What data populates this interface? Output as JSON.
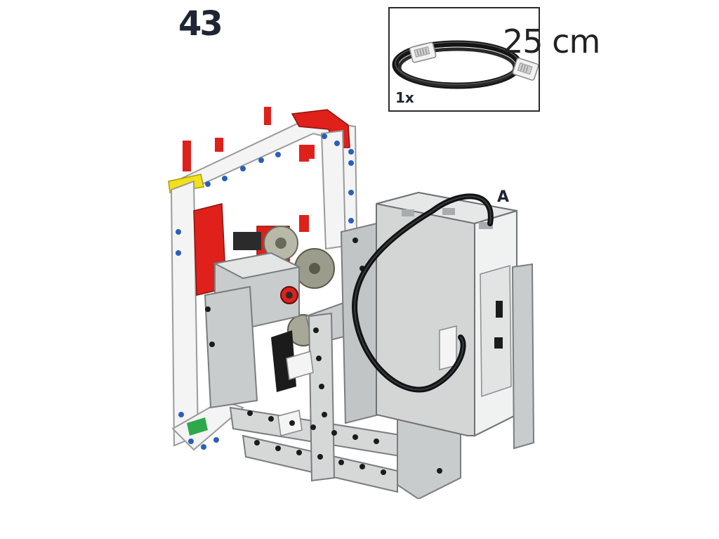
{
  "step": {
    "number": "43"
  },
  "parts_callout": {
    "quantity": "1x",
    "cable_length": "25 cm",
    "part_icon": "cable-icon"
  },
  "model": {
    "port_label": "A",
    "image_name": "robot-assembly-illustration"
  },
  "colors": {
    "light_gray": "#c9cccc",
    "dark_gray": "#8a8e90",
    "red": "#e0201b",
    "white": "#ffffff",
    "yellow": "#f2e11a",
    "green": "#2ea84a",
    "blue_pin": "#2a5fb8",
    "black": "#101214"
  }
}
